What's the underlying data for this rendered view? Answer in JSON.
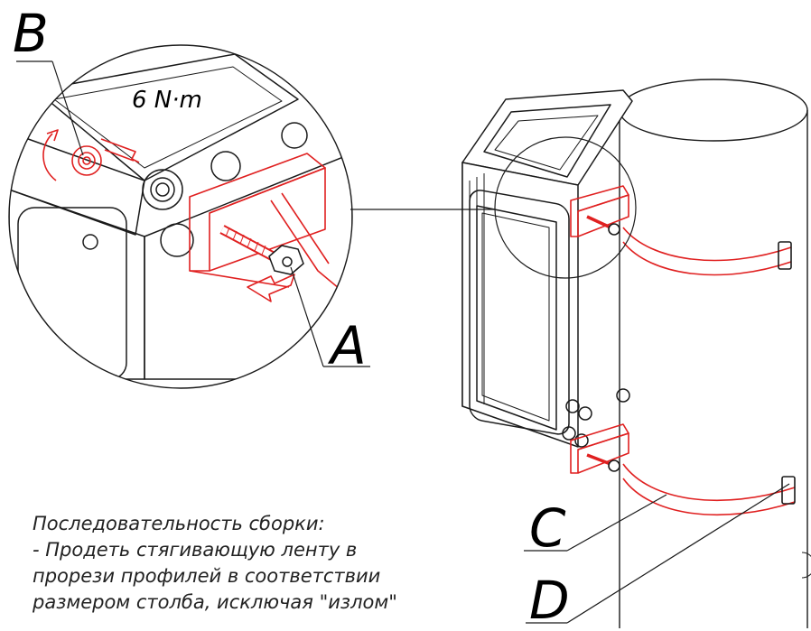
{
  "callouts": {
    "A": "A",
    "B": "B",
    "C": "C",
    "D": "D"
  },
  "torque": "6 N·m",
  "notes": {
    "heading": "Последовательность сборки:",
    "lines": [
      "- Продеть стягивающую ленту в",
      "прорези профилей в соответствии",
      "размером столба, исключая \"излом\""
    ]
  },
  "colors": {
    "accent": "#e02020",
    "line": "#1a1a1a"
  }
}
